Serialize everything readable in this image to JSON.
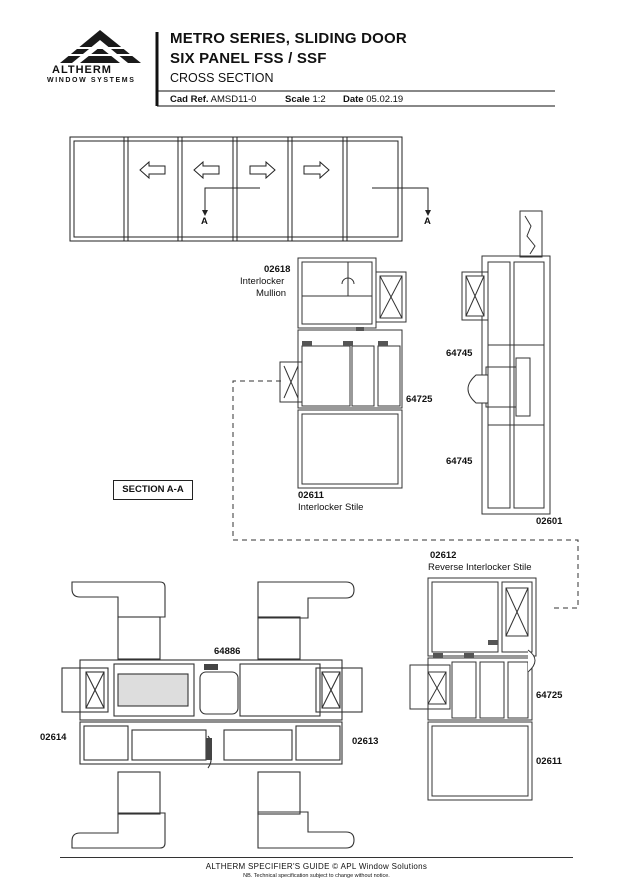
{
  "logo": {
    "brand": "ALTHERM",
    "tagline": "WINDOW SYSTEMS"
  },
  "header": {
    "line1": "METRO SERIES, SLIDING DOOR",
    "line2": "SIX PANEL FSS / SSF",
    "line3": "CROSS SECTION",
    "cad_label": "Cad Ref.",
    "cad_value": "AMSD11-0",
    "scale_label": "Scale",
    "scale_value": "1:2",
    "date_label": "Date",
    "date_value": "05.02.19"
  },
  "elevation": {
    "arrows": [
      "left",
      "left",
      "right",
      "right"
    ],
    "section_marks": [
      "A",
      "A"
    ]
  },
  "section_title": "SECTION A-A",
  "parts": {
    "p02618_code": "02618",
    "p02618_name1": "Interlocker",
    "p02618_name2": "Mullion",
    "p64725_top": "64725",
    "p02611_top_code": "02611",
    "p02611_top_name": "Interlocker Stile",
    "p64745_a": "64745",
    "p64745_b": "64745",
    "p02601": "02601",
    "p02612_code": "02612",
    "p02612_name": "Reverse Interlocker Stile",
    "p64725_bottom": "64725",
    "p02611_bottom": "02611",
    "p64886": "64886",
    "p02614": "02614",
    "p02613": "02613"
  },
  "footer": {
    "guide": "ALTHERM SPECIFIER'S GUIDE  © APL Window Solutions",
    "note": "NB. Technical specification subject to change without notice."
  }
}
